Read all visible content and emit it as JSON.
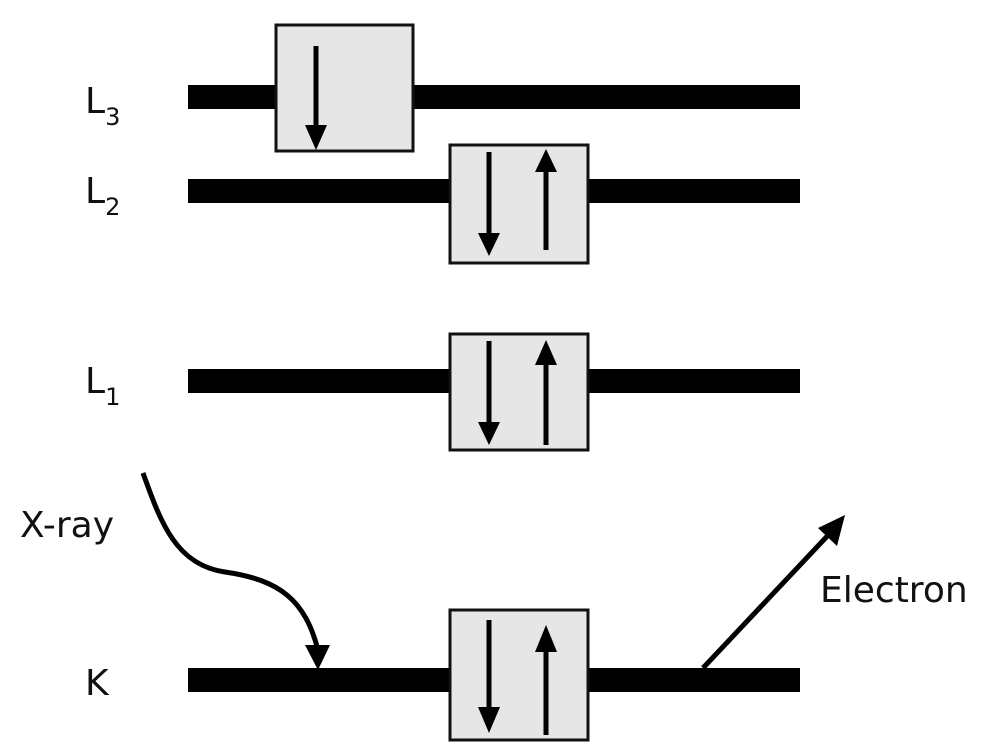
{
  "levels": [
    {
      "name": "L",
      "subscript": "3",
      "electrons": [
        "down"
      ]
    },
    {
      "name": "L",
      "subscript": "2",
      "electrons": [
        "down",
        "up"
      ]
    },
    {
      "name": "L",
      "subscript": "1",
      "electrons": [
        "down",
        "up"
      ]
    },
    {
      "name": "K",
      "subscript": "",
      "electrons": [
        "down",
        "up"
      ]
    }
  ],
  "labels": {
    "incoming": "X-ray",
    "outgoing": "Electron"
  }
}
